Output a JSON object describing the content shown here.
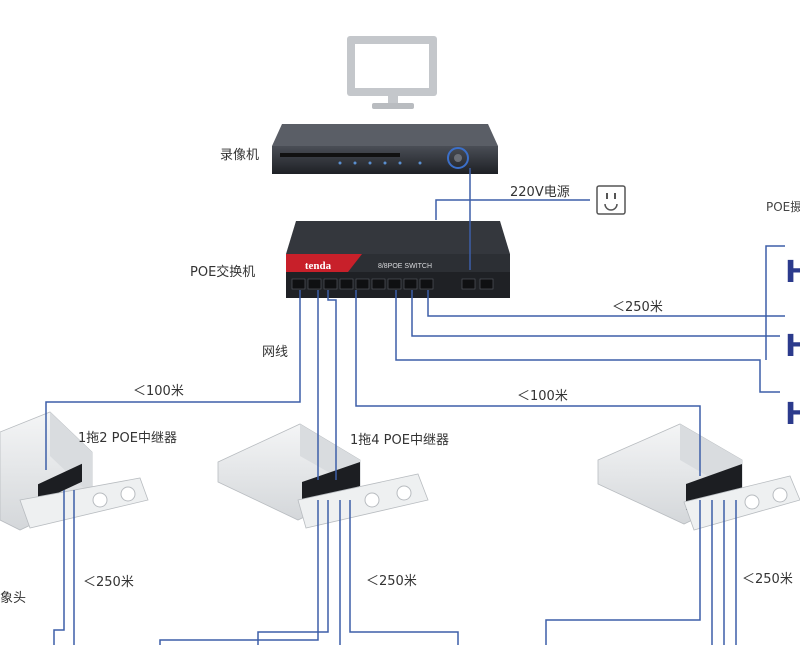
{
  "labels": {
    "nvr": "录像机",
    "power": "220V电源",
    "switch": "POE交换机",
    "switch_panel": "8/8POE SWITCH",
    "switch_brand": "tenda",
    "poe_cut": "POE摄",
    "cable": "网线",
    "dist_250_top": "＜250米",
    "dist_100_left": "＜100米",
    "dist_100_right": "＜100米",
    "ext1": "1拖2 POE中继器",
    "ext2": "1拖4 POE中继器",
    "dist_250_a": "＜250米",
    "dist_250_b": "＜250米",
    "dist_250_c": "＜250米",
    "camera_cut": "象头",
    "right_letters": [
      "H",
      "H",
      "H"
    ]
  },
  "colors": {
    "line": "#3d5fa8",
    "device_dark": "#2a2d33",
    "switch_red": "#c8202a",
    "extender_body": "#e9ebec"
  }
}
